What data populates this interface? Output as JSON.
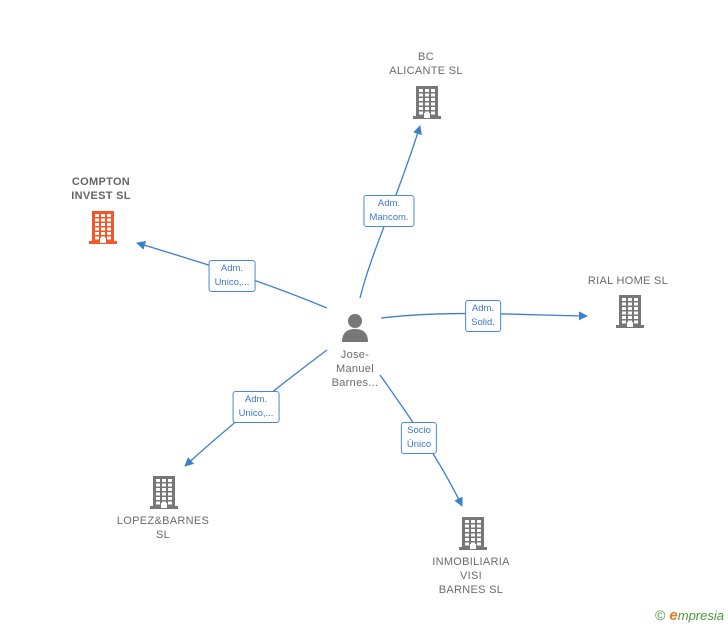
{
  "colors": {
    "edge": "#3a7fd0",
    "building": "#777777",
    "building_highlight": "#f05a2a",
    "person": "#777777",
    "brand_green": "#4a9a3a",
    "brand_orange": "#e8761c"
  },
  "center": {
    "name_lines": [
      "Jose-",
      "Manuel",
      "Barnes..."
    ],
    "icon": "person-icon"
  },
  "companies": [
    {
      "key": "bc-alicante",
      "name_lines": [
        "BC",
        "ALICANTE  SL"
      ],
      "highlight": false,
      "icon": "building-icon"
    },
    {
      "key": "compton-invest",
      "name_lines": [
        "COMPTON",
        "INVEST  SL"
      ],
      "highlight": true,
      "icon": "building-icon"
    },
    {
      "key": "rial-home",
      "name_lines": [
        "RIAL HOME  SL"
      ],
      "highlight": false,
      "icon": "building-icon"
    },
    {
      "key": "lopez-barnes",
      "name_lines": [
        "LOPEZ&BARNES",
        "SL"
      ],
      "highlight": false,
      "icon": "building-icon"
    },
    {
      "key": "inmobiliaria-visi",
      "name_lines": [
        "INMOBILIARIA",
        "VISI",
        "BARNES  SL"
      ],
      "highlight": false,
      "icon": "building-icon"
    }
  ],
  "relations": [
    {
      "target": "bc-alicante",
      "label_lines": [
        "Adm.",
        "Mancom."
      ]
    },
    {
      "target": "compton-invest",
      "label_lines": [
        "Adm.",
        "Unico,..."
      ]
    },
    {
      "target": "rial-home",
      "label_lines": [
        "Adm.",
        "Solid."
      ]
    },
    {
      "target": "lopez-barnes",
      "label_lines": [
        "Adm.",
        "Unico,..."
      ]
    },
    {
      "target": "inmobiliaria-visi",
      "label_lines": [
        "Socio",
        "Único"
      ]
    }
  ],
  "brand": {
    "copyright": "©",
    "initial": "e",
    "rest": "mpresia"
  }
}
